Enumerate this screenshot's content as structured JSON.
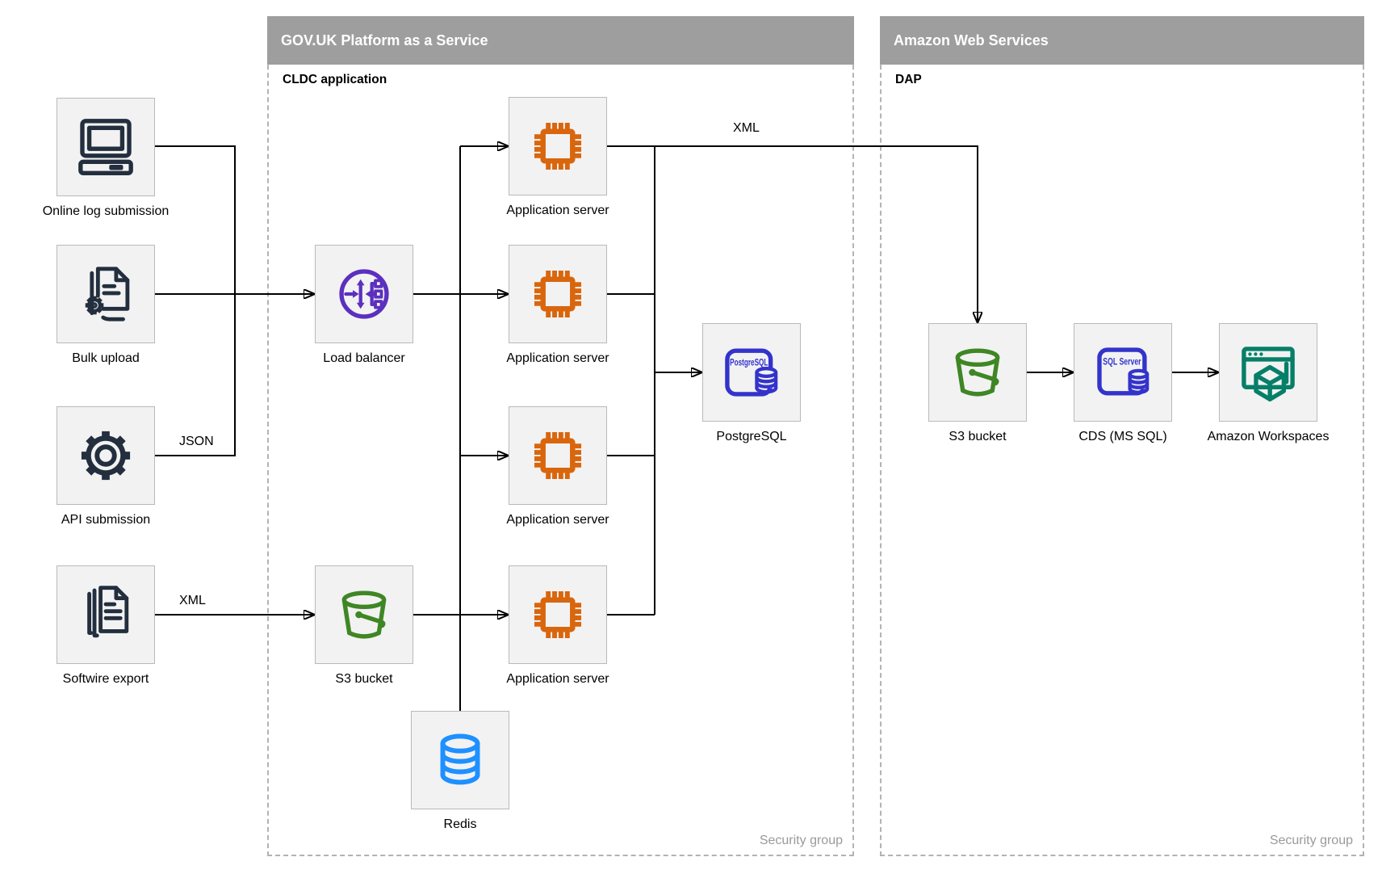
{
  "diagram": {
    "govuk": {
      "title": "GOV.UK Platform as a Service",
      "subtitle": "CLDC application",
      "footer": "Security group"
    },
    "aws": {
      "title": "Amazon Web Services",
      "subtitle": "DAP",
      "footer": "Security group"
    },
    "nodes": [
      {
        "id": "online-log-submission",
        "label": "Online log submission",
        "icon": "computer-icon"
      },
      {
        "id": "bulk-upload",
        "label": "Bulk upload",
        "icon": "document-gear-icon"
      },
      {
        "id": "api-submission",
        "label": "API submission",
        "icon": "gear-icon"
      },
      {
        "id": "softwire-export",
        "label": "Softwire export",
        "icon": "documents-icon"
      },
      {
        "id": "load-balancer",
        "label": "Load balancer",
        "icon": "load-balancer-icon"
      },
      {
        "id": "app-server-1",
        "label": "Application server",
        "icon": "chip-icon"
      },
      {
        "id": "app-server-2",
        "label": "Application server",
        "icon": "chip-icon"
      },
      {
        "id": "app-server-3",
        "label": "Application server",
        "icon": "chip-icon"
      },
      {
        "id": "app-server-4",
        "label": "Application server",
        "icon": "chip-icon"
      },
      {
        "id": "postgresql",
        "label": "PostgreSQL",
        "icon": "postgresql-icon",
        "icon_text": "PostgreSQL"
      },
      {
        "id": "s3-bucket-govuk",
        "label": "S3 bucket",
        "icon": "bucket-icon"
      },
      {
        "id": "redis",
        "label": "Redis",
        "icon": "database-icon"
      },
      {
        "id": "s3-bucket-aws",
        "label": "S3 bucket",
        "icon": "bucket-icon"
      },
      {
        "id": "cds-ms-sql",
        "label": "CDS (MS SQL)",
        "icon": "sql-server-icon",
        "icon_text": "SQL Server"
      },
      {
        "id": "amazon-workspaces",
        "label": "Amazon Workspaces",
        "icon": "workspaces-icon"
      }
    ],
    "edge_labels": [
      {
        "id": "api-json",
        "text": "JSON"
      },
      {
        "id": "softwire-xml",
        "text": "XML"
      },
      {
        "id": "appserver-to-dap-xml",
        "text": "XML"
      }
    ],
    "colors": {
      "source_icon": "#232F3E",
      "load_balancer_purple": "#5B2FBF",
      "app_server_orange": "#D9660D",
      "database_blue": "#3333CC",
      "bucket_green": "#3F8624",
      "redis_blue": "#1E90FF",
      "workspaces_teal": "#067F68",
      "header_bar": "#9E9E9E",
      "node_fill": "#F2F2F2",
      "node_border": "#B9B9B9",
      "dashed_border": "#B3B3B3",
      "connector": "#000000",
      "footer_text": "#999999"
    }
  }
}
